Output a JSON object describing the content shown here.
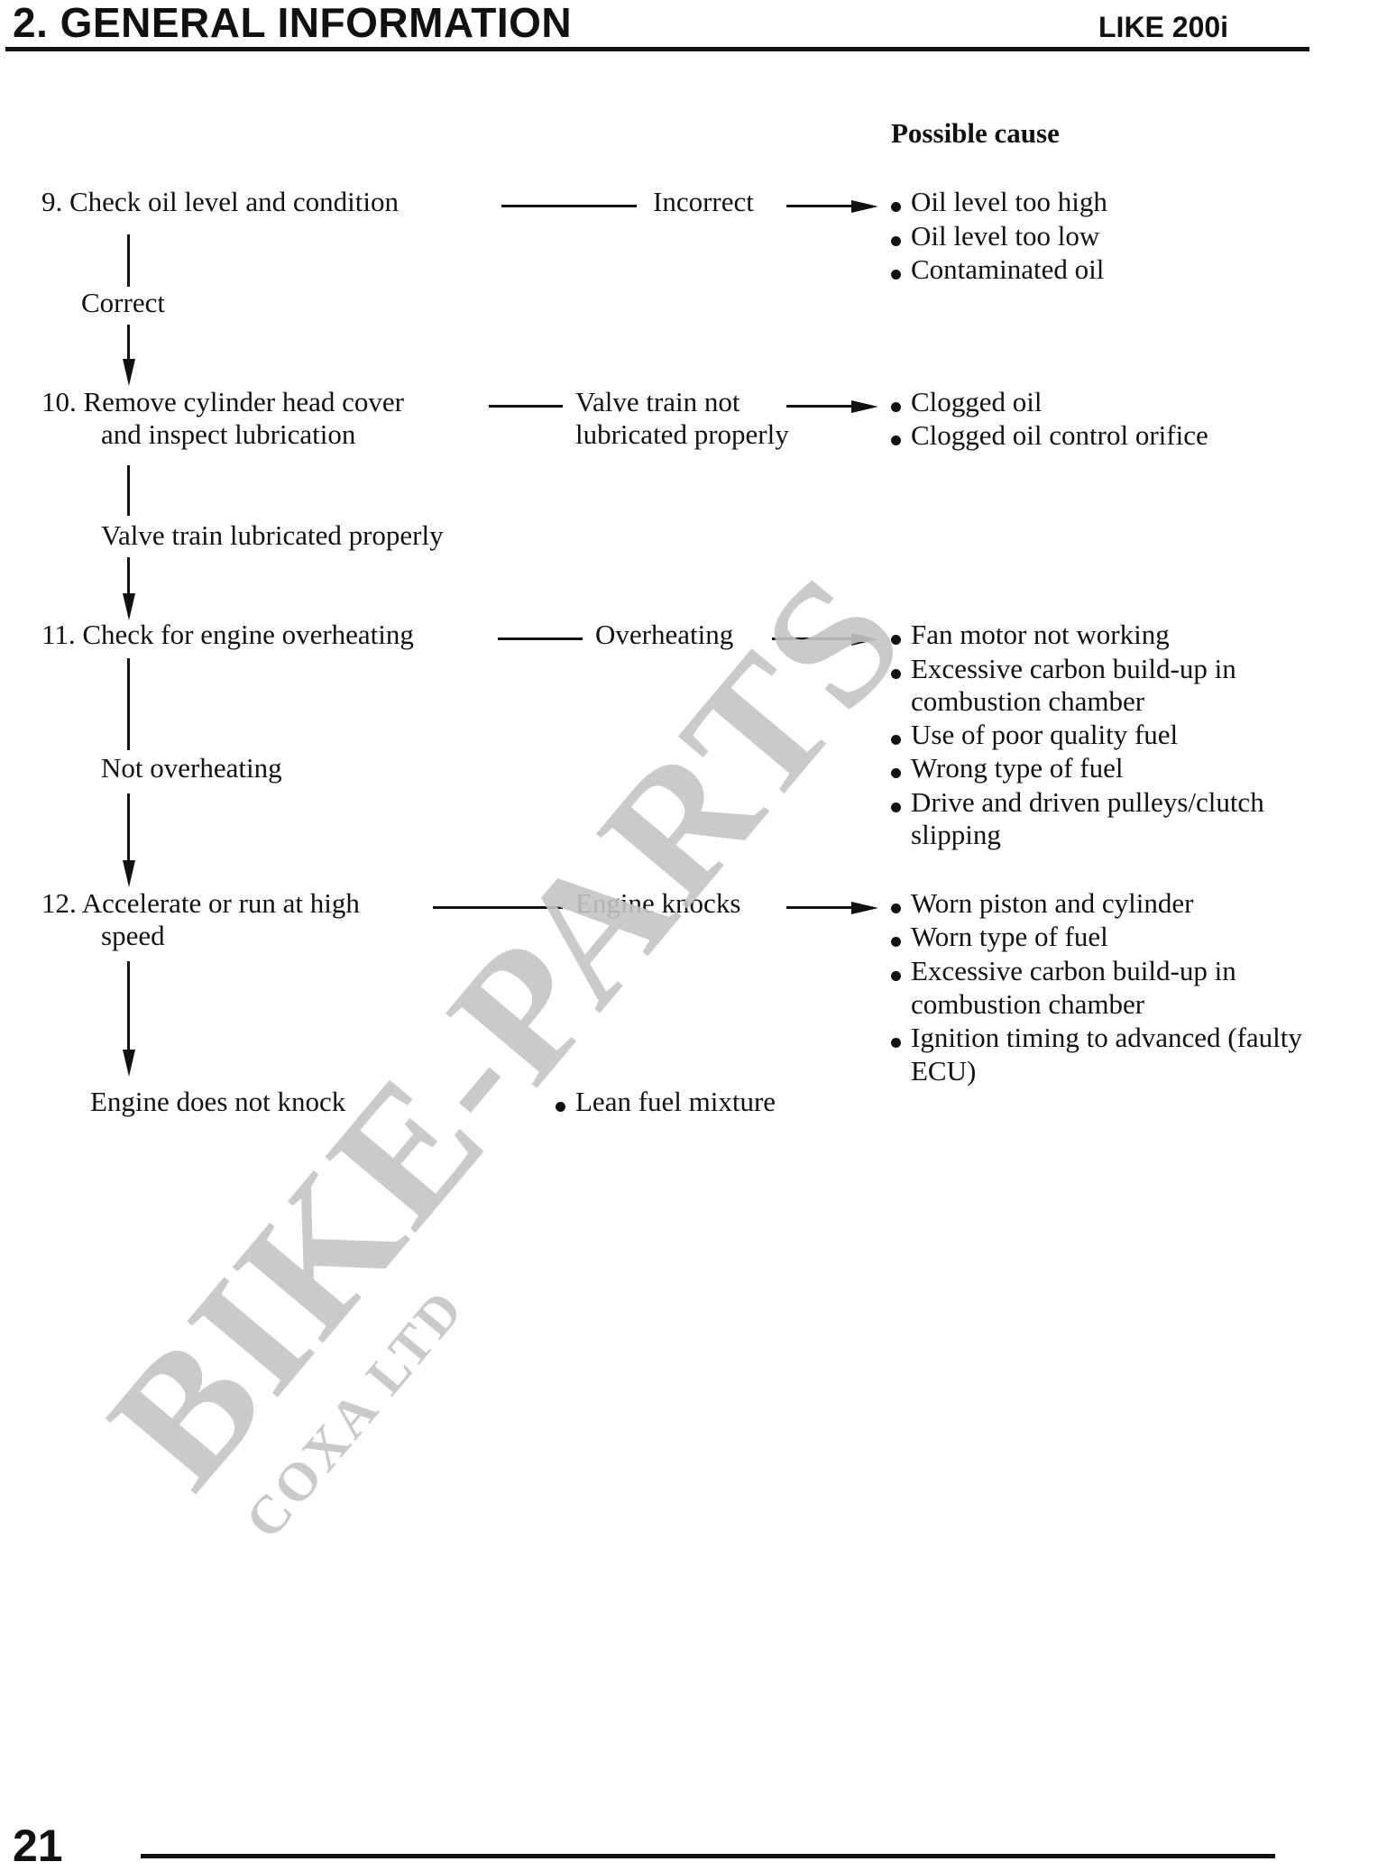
{
  "header": {
    "section_title": "2. GENERAL INFORMATION",
    "model": "LIKE 200i"
  },
  "flow": {
    "possible_cause_heading": "Possible cause",
    "step9": {
      "label": "9. Check oil level and condition",
      "branch": "Incorrect",
      "causes": [
        "Oil level too high",
        "Oil level too low",
        "Contaminated oil"
      ],
      "next": "Correct"
    },
    "step10": {
      "line1": "10. Remove cylinder head cover",
      "line2": "and inspect lubrication",
      "branch_line1": "Valve train not",
      "branch_line2": "lubricated properly",
      "causes": [
        "Clogged oil",
        "Clogged oil control orifice"
      ],
      "next": "Valve train lubricated properly"
    },
    "step11": {
      "label": "11. Check for engine overheating",
      "branch": "Overheating",
      "causes": [
        "Fan motor not working",
        "Excessive carbon build-up in",
        "combustion chamber",
        "Use of poor quality fuel",
        "Wrong type of fuel",
        "Drive and driven pulleys/clutch",
        "slipping"
      ],
      "next": "Not overheating"
    },
    "step12": {
      "line1": "12. Accelerate or run at high",
      "line2": "speed",
      "branch": "Engine knocks",
      "causes": [
        "Worn piston and cylinder",
        "Worn type of fuel",
        "Excessive carbon build-up in",
        "combustion chamber",
        "Ignition timing to advanced (faulty",
        "ECU)"
      ],
      "next": "Engine does not knock",
      "final_cause": "Lean fuel mixture"
    }
  },
  "watermark": {
    "main": "BIKE-PARTS",
    "sub": "COXA LTD",
    "color": "#c4c4c4"
  },
  "footer": {
    "page_number": "21"
  }
}
